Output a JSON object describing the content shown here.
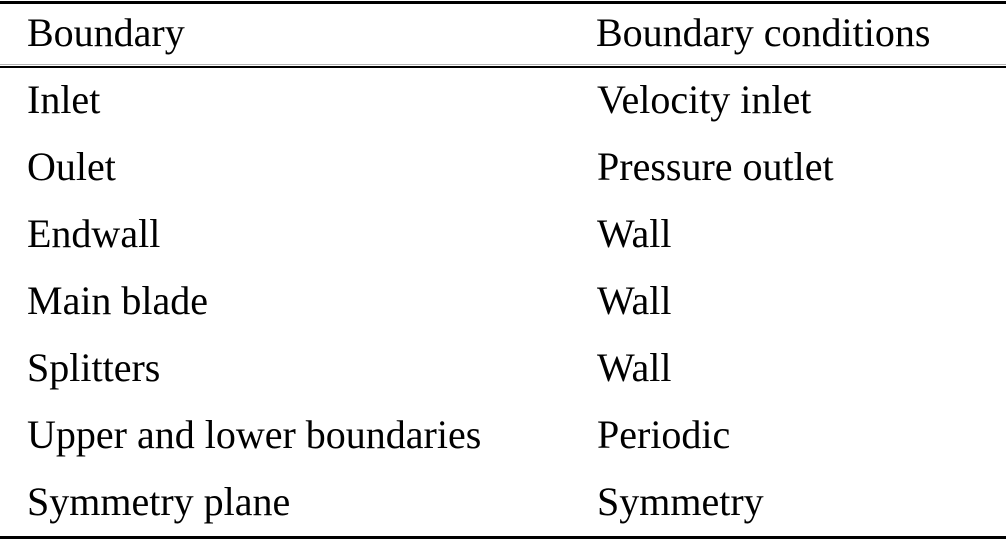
{
  "table": {
    "caption_visible": false,
    "style": "booktabs-three-rule",
    "text_color": "#000000",
    "background_color": "#ffffff",
    "rule_color": "#000000",
    "columns": [
      {
        "key": "boundary",
        "header": "Boundary"
      },
      {
        "key": "condition",
        "header": "Boundary conditions"
      }
    ],
    "rows": [
      {
        "boundary": "Inlet",
        "condition": "Velocity inlet"
      },
      {
        "boundary": "Oulet",
        "condition": "Pressure outlet"
      },
      {
        "boundary": "Endwall",
        "condition": "Wall"
      },
      {
        "boundary": "Main blade",
        "condition": "Wall"
      },
      {
        "boundary": "Splitters",
        "condition": "Wall"
      },
      {
        "boundary": "Upper and lower boundaries",
        "condition": "Periodic"
      },
      {
        "boundary": "Symmetry plane",
        "condition": "Symmetry"
      }
    ]
  }
}
